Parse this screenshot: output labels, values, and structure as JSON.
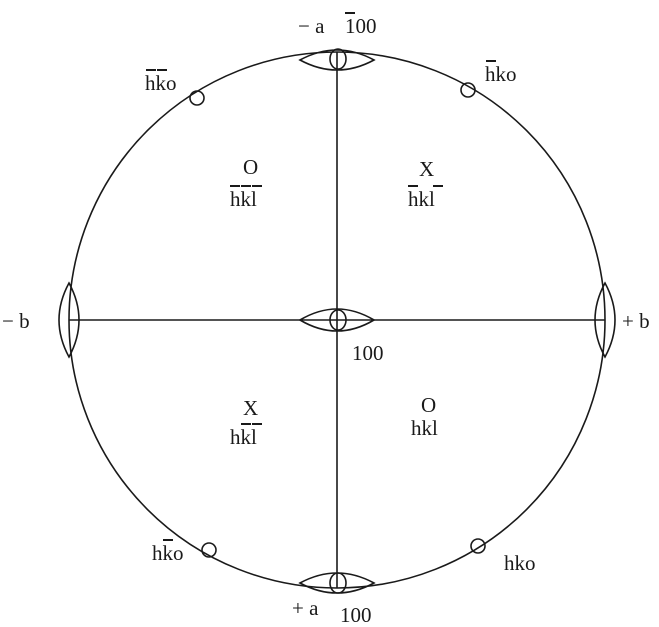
{
  "labels": {
    "minus_a": "− a",
    "plus_a": "+ a",
    "minus_b": "− b",
    "plus_b": "+ b",
    "top_pole": "100",
    "center_pole": "100",
    "bottom_pole": "100",
    "hko_upper_left": "hko",
    "hko_upper_right": "hko",
    "hko_lower_left": "hko",
    "hko_lower_right": "hko",
    "quad_upper_left_symbol": "O",
    "quad_upper_left_index": "hkl",
    "quad_upper_right_symbol": "X",
    "quad_upper_right_index": "hkl",
    "quad_lower_left_symbol": "X",
    "quad_lower_left_index": "hkl",
    "quad_lower_right_symbol": "O",
    "quad_lower_right_index": "hkl"
  }
}
